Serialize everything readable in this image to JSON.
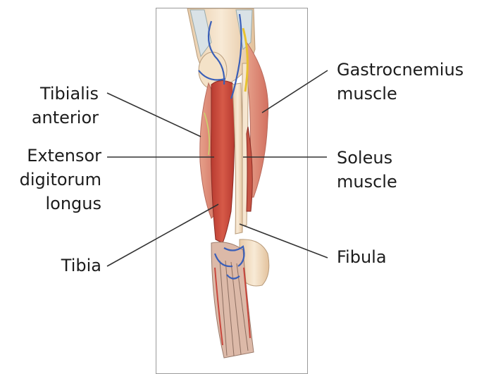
{
  "labels": {
    "tibialis_anterior": [
      "Tibialis",
      "anterior"
    ],
    "extensor_digitorum_longus": [
      "Extensor",
      "digitorum",
      "longus"
    ],
    "tibia": [
      "Tibia"
    ],
    "gastrocnemius": [
      "Gastrocnemius",
      "muscle"
    ],
    "soleus": [
      "Soleus",
      "muscle"
    ],
    "fibula": [
      "Fibula"
    ]
  },
  "colors": {
    "muscle": "#c8463c",
    "muscle_light": "#e8a08c",
    "bone": "#f2dcc0",
    "vein": "#3a5fb8",
    "nerve": "#e8c230",
    "leader_line": "#333333",
    "frame_border": "#9a9a9a"
  }
}
